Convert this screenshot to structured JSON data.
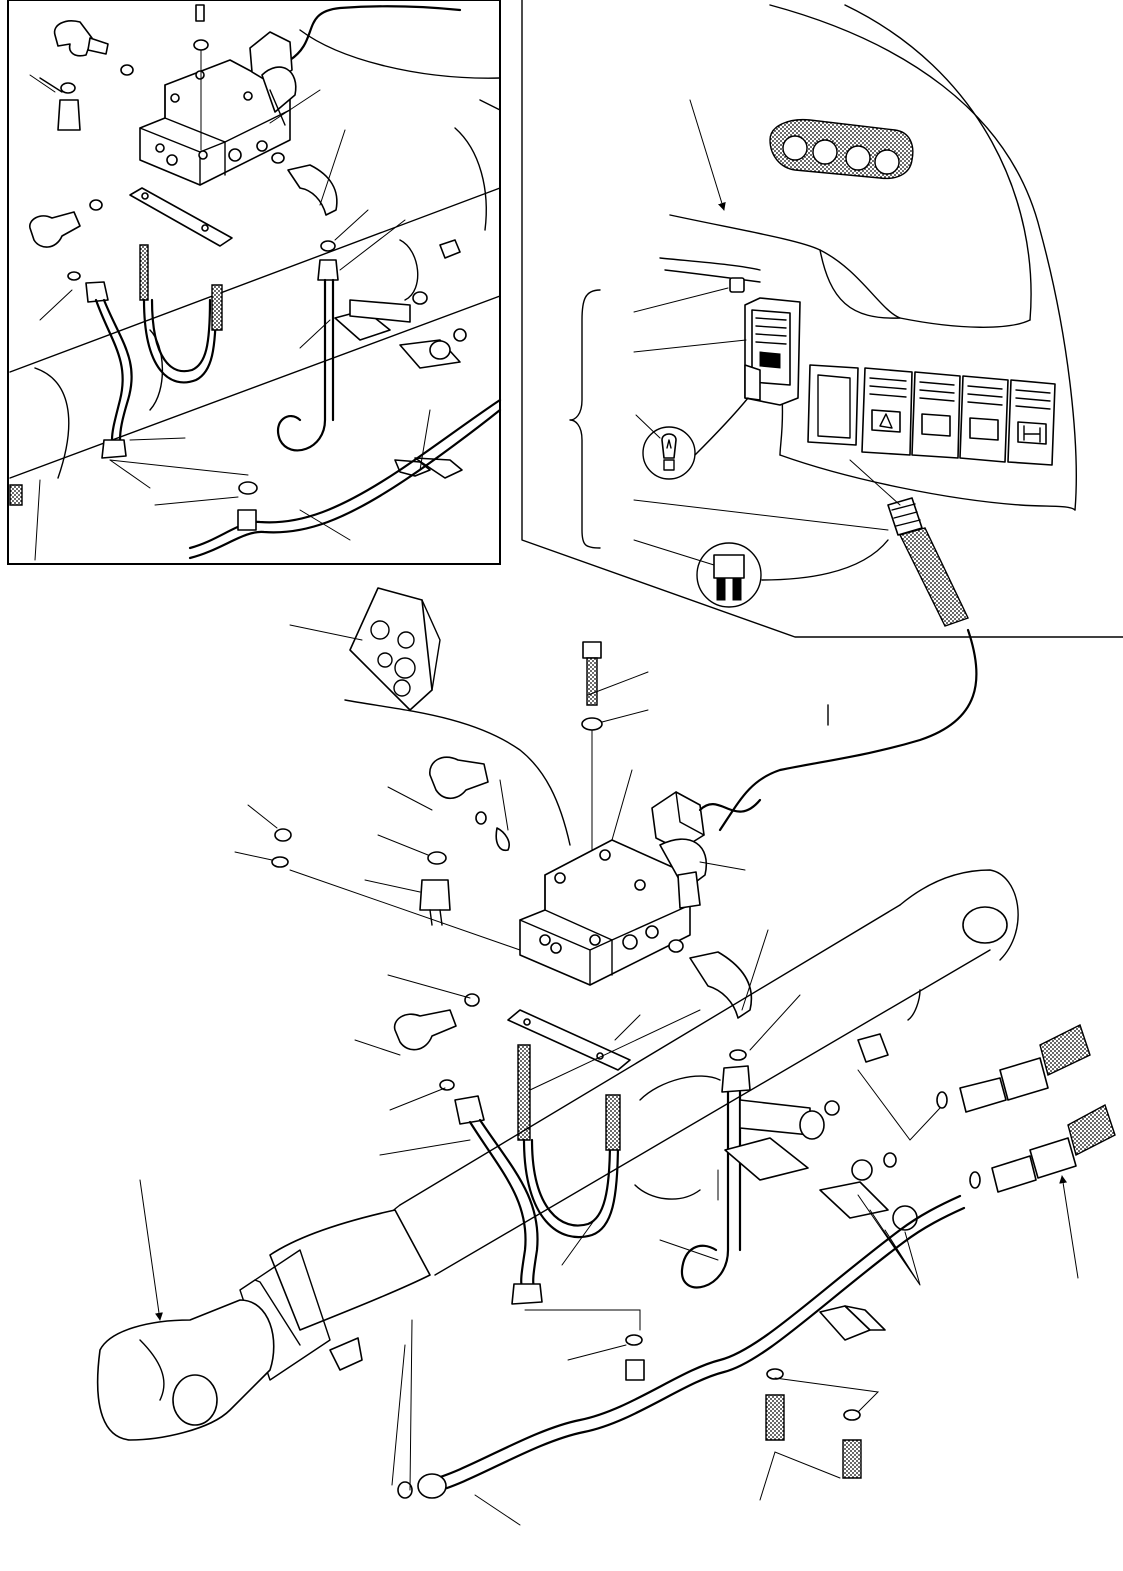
{
  "panels": {
    "inset_left": "hydraulic-valve-detail-inset",
    "inset_right": "cab-switch-panel-inset",
    "main": "exploded-valve-and-lines-assembly"
  },
  "colors": {
    "ink": "#000000",
    "paper": "#ffffff",
    "shade": "#bdbdbd"
  },
  "icons": [
    "bulb-icon",
    "fuse-icon",
    "switch-icon",
    "arrow-icon",
    "seal-kit-icon"
  ]
}
